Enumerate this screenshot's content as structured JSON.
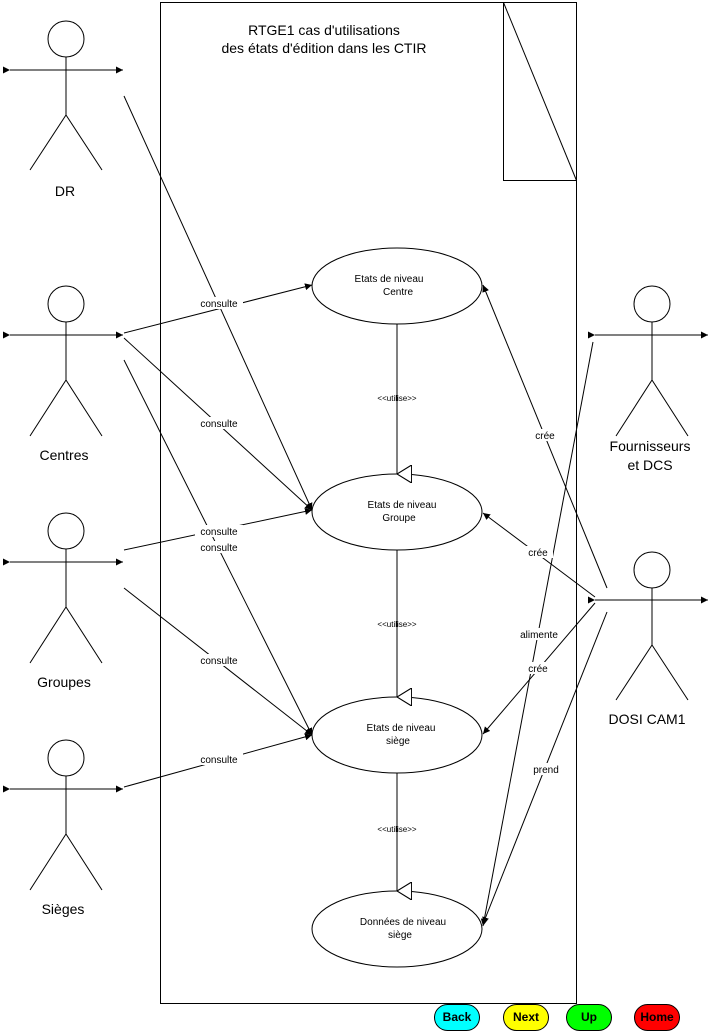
{
  "diagram": {
    "title_line1": "RTGE1 cas d'utilisations",
    "title_line2": "des états d'édition dans les CTIR",
    "actors": {
      "dr": "DR",
      "centres": "Centres",
      "groupes": "Groupes",
      "sieges": "Sièges",
      "fournisseurs_line1": "Fournisseurs",
      "fournisseurs_line2": "et DCS",
      "dosi": "DOSI CAM1"
    },
    "use_cases": {
      "centre_line1": "Etats de niveau",
      "centre_line2": "Centre",
      "groupe_line1": "Etats de niveau",
      "groupe_line2": "Groupe",
      "siege_line1": "Etats de niveau",
      "siege_line2": "siège",
      "donnees_line1": "Données de niveau",
      "donnees_line2": "siège"
    },
    "labels": {
      "consulte": "consulte",
      "utilise": "<<utilise>>",
      "cree": "crée",
      "alimente": "alimente",
      "prend": "prend"
    }
  },
  "nav": {
    "back": "Back",
    "next": "Next",
    "up": "Up",
    "home": "Home",
    "colors": {
      "back": "#00ffff",
      "next": "#ffff00",
      "up": "#00ff00",
      "home": "#ff0000"
    }
  }
}
